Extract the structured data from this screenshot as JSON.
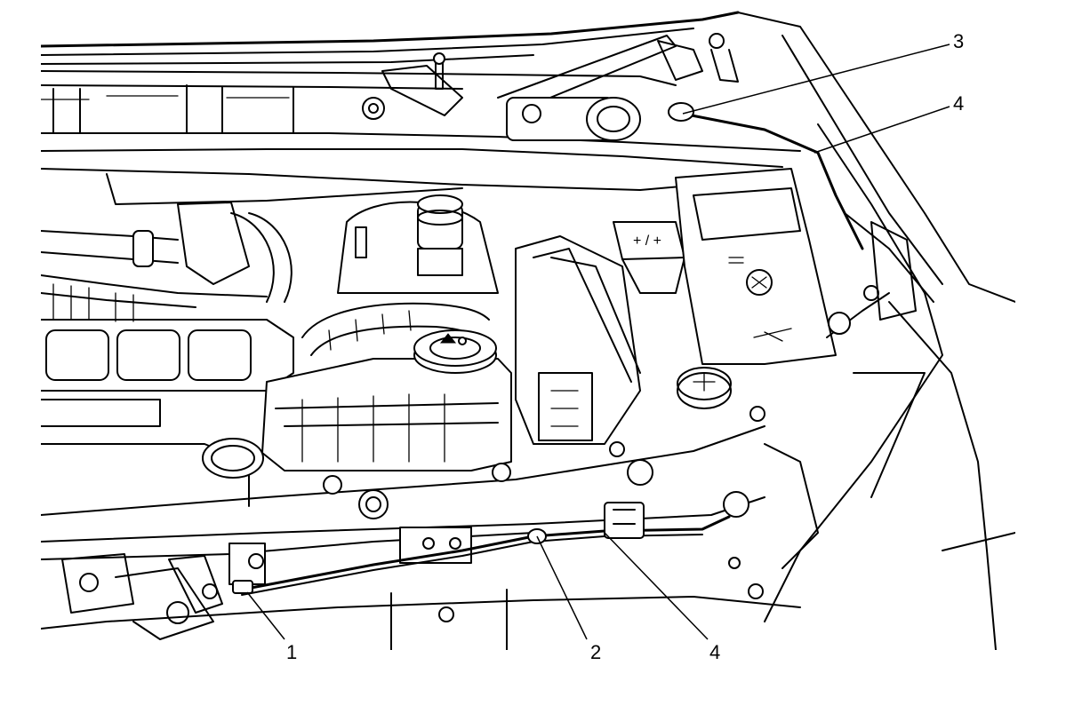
{
  "callouts": [
    {
      "id": "callout-1",
      "label": "1"
    },
    {
      "id": "callout-2",
      "label": "2"
    },
    {
      "id": "callout-3",
      "label": "3"
    },
    {
      "id": "callout-4-top",
      "label": "4"
    },
    {
      "id": "callout-4-bottom",
      "label": "4"
    }
  ],
  "icons": [
    "battery-plus-symbol",
    "coolant-cap-warning-symbol",
    "washer-cap-symbol"
  ]
}
